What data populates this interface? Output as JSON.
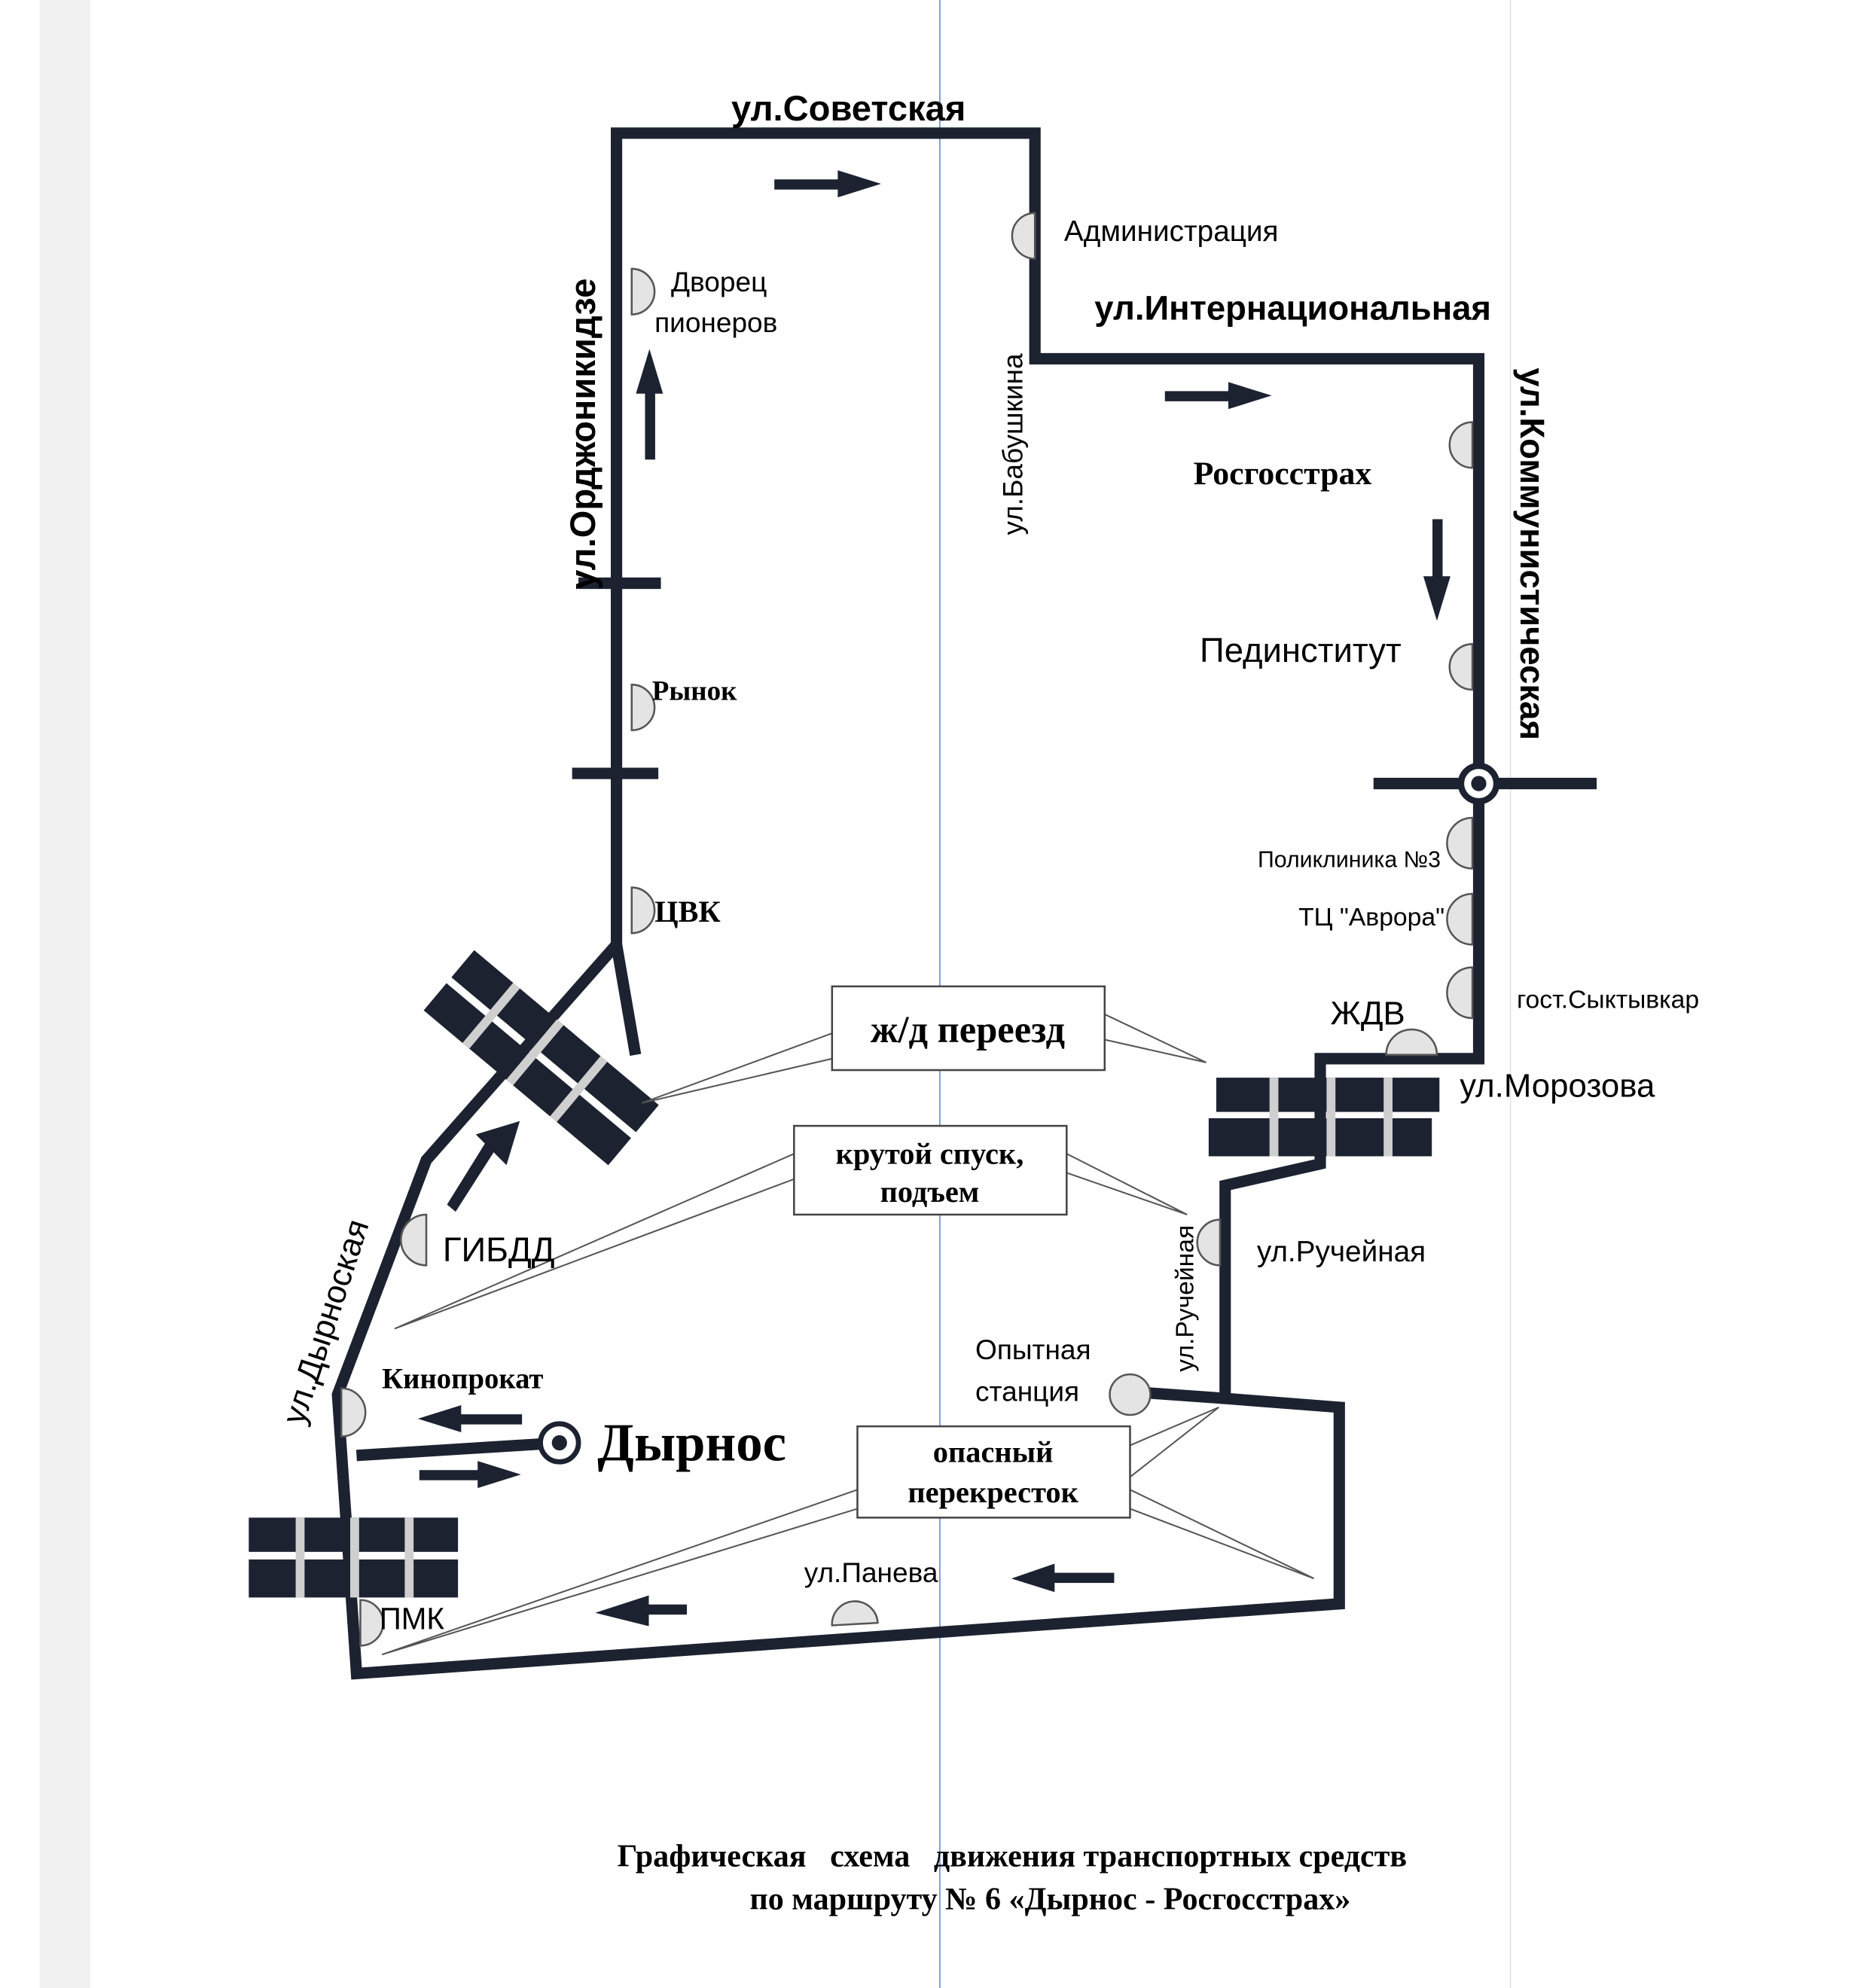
{
  "title": {
    "line1": "Графическая   схема   движения транспортных средств",
    "line2": "по маршруту № 6 «Дырнос - Росгосстрах»"
  },
  "streets": {
    "sovetskaya": "ул.Советская",
    "ordzhonikidze": "ул.Орджоникидзе",
    "babushkina": "ул.Бабушкина",
    "internatsionalnaya": "ул.Интернациональная",
    "kommunisticheskaya": "ул.Коммунистическая",
    "morozova": "ул.Морозова",
    "rucheynaya_v": "ул.Ручейная",
    "rucheynaya": "ул.Ручейная",
    "dyrnoskaya": "ул.Дырноская",
    "paneva": "ул.Панева"
  },
  "stops": {
    "administratsiya": "Администрация",
    "dvorets1": "Дворец",
    "dvorets2": "пионеров",
    "rosgosstrakh": "Росгосстрах",
    "pedinstitut": "Пединститут",
    "rynok": "Рынок",
    "poliklinika": "Поликлиника №3",
    "avrora": "ТЦ \"Аврора\"",
    "zhdv": "ЖДВ",
    "syktyvkar": "гост.Сыктывкар",
    "tsvk": "ЦВК",
    "gibdd": "ГИБДД",
    "opytnaya1": "Опытная",
    "opytnaya2": "станция",
    "kinoprokat": "Кинопрокат",
    "pmk": "ПМК",
    "dyrnos": "Дырнос"
  },
  "callouts": {
    "pereezd": "ж/д переезд",
    "spusk1": "крутой спуск,",
    "spusk2": "подъем",
    "opasny1": "опасный",
    "opasny2": "перекресток"
  },
  "colors": {
    "road": "#1c2230",
    "stop_fill": "#e4e4e4",
    "scan_line": "#6a8fd0"
  }
}
